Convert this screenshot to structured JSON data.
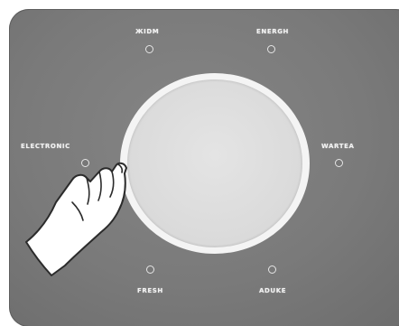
{
  "panel": {
    "labels": {
      "top_left": "ЖIDM",
      "top_right": "ENERGH",
      "left": "ELECTRONIC",
      "right": "WARTEA",
      "bottom_left": "FRESH",
      "bottom_right": "ADUKE"
    }
  },
  "colors": {
    "panel": "#7b7b7b",
    "knob": "#dcdcdc",
    "knob_ring": "#f4f4f4",
    "label": "#f2f2f2"
  },
  "icons": {
    "hand": "pointing-hand-icon",
    "led": "indicator-led-icon"
  }
}
